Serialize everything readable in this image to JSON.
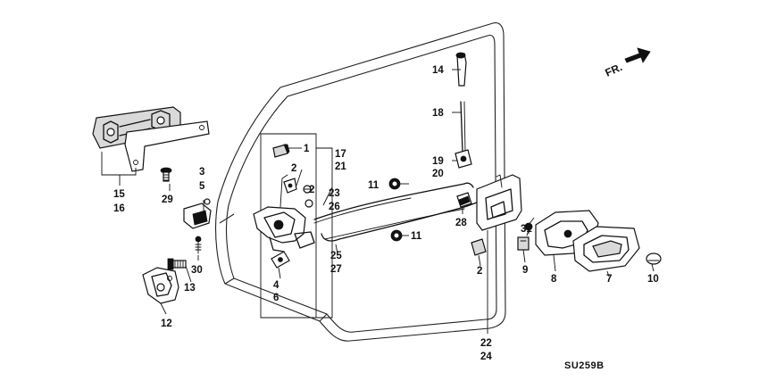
{
  "diagram": {
    "reference_code": "SU259B",
    "direction_label": "FR.",
    "callouts": {
      "p1": "1",
      "p2a": "2",
      "p2b": "2",
      "p2c": "2",
      "p3": "3",
      "p4": "4",
      "p5": "5",
      "p6": "6",
      "p7": "7",
      "p8": "8",
      "p9": "9",
      "p10": "10",
      "p11a": "11",
      "p11b": "11",
      "p12": "12",
      "p13": "13",
      "p14": "14",
      "p15": "15",
      "p16": "16",
      "p17": "17",
      "p18": "18",
      "p19": "19",
      "p20": "20",
      "p21": "21",
      "p22": "22",
      "p23": "23",
      "p24": "24",
      "p25": "25",
      "p26": "26",
      "p27": "27",
      "p28": "28",
      "p29": "29",
      "p30": "30",
      "p31": "31"
    }
  }
}
